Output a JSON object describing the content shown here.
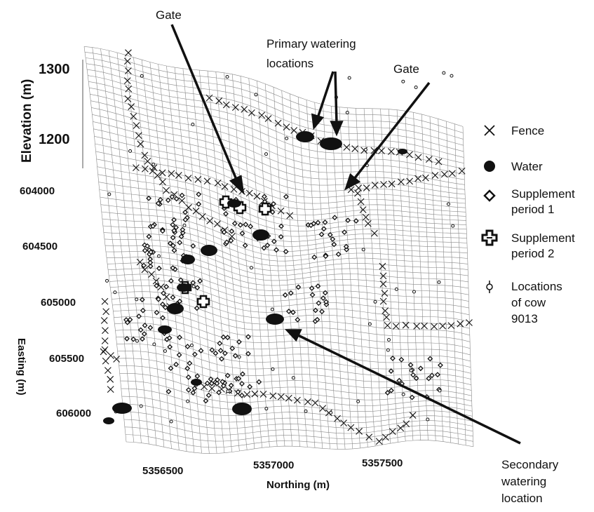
{
  "figure": {
    "axes": {
      "elevation": {
        "label": "Elevation (m)",
        "ticks": [
          "1300",
          "1200"
        ]
      },
      "easting": {
        "label": "Easting (m)",
        "ticks": [
          "604000",
          "604500",
          "605000",
          "605500",
          "606000"
        ]
      },
      "northing": {
        "label": "Northing (m)",
        "ticks": [
          "5356500",
          "5357000",
          "5357500"
        ]
      }
    },
    "annotations": {
      "gate_left": "Gate",
      "gate_right": "Gate",
      "primary": [
        "Primary watering",
        "locations"
      ],
      "secondary": [
        "Secondary",
        "watering",
        "location"
      ]
    },
    "legend": [
      {
        "icon": "x-mark-icon",
        "lines": [
          "Fence"
        ]
      },
      {
        "icon": "filled-circle-icon",
        "lines": [
          "Water"
        ]
      },
      {
        "icon": "diamond-icon",
        "lines": [
          "Supplement",
          "period 1"
        ]
      },
      {
        "icon": "cross-box-icon",
        "lines": [
          "Supplement",
          "period 2"
        ]
      },
      {
        "icon": "circle-stem-icon",
        "lines": [
          "Locations",
          "of cow",
          "9013"
        ]
      }
    ],
    "colors": {
      "mesh": "#8a8a8a",
      "ink": "#111111",
      "background": "#ffffff"
    }
  }
}
